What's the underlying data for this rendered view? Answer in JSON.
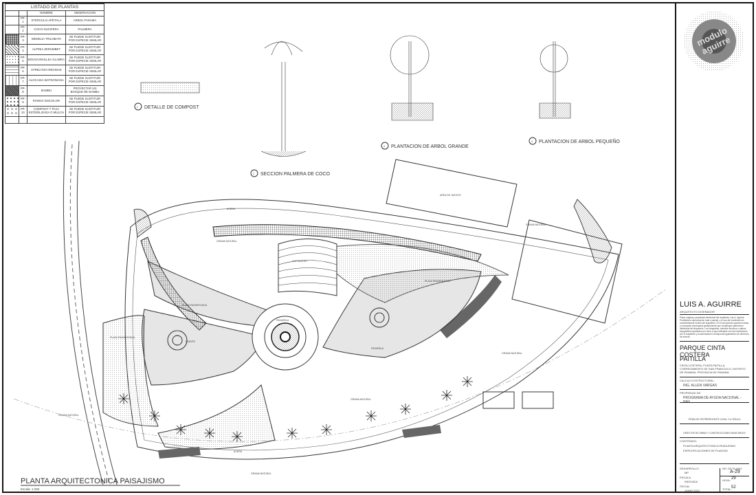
{
  "plant_list": {
    "title": "LISTADO DE PLANTAS",
    "headers": {
      "name": "NOMBRE",
      "observation": "OBSERVACION"
    },
    "rows": [
      {
        "code": "PP-1",
        "name": "STERCULIA APETALA",
        "observation": "ARBOL PANAMA",
        "pattern": "none"
      },
      {
        "code": "PP-2",
        "name": "COCO NUCIFERA",
        "observation": "PALMERA",
        "pattern": "none"
      },
      {
        "code": "PP-3",
        "name": "WEDELIA TRILOBATA",
        "observation": "SE PUEDE SUSTITUIR POR ESPECIE SIMILAR",
        "pattern": "grid"
      },
      {
        "code": "PP-4",
        "name": "ALPINIA ZERUMBET",
        "observation": "SE PUEDE SUSTITUIR POR ESPECIE SIMILAR",
        "pattern": "diagonal"
      },
      {
        "code": "PP-5",
        "name": "BOUGAINVILLEA GLABRA",
        "observation": "SE PUEDE SUSTITUIR POR ESPECIE SIMILAR",
        "pattern": "dots"
      },
      {
        "code": "PP-6",
        "name": "STRELITZIA REGINAE",
        "observation": "SE PUEDE SUSTITUIR POR ESPECIE SIMILAR",
        "pattern": "dashes"
      },
      {
        "code": "PP-7",
        "name": "ALOCASIA WATSONIANA",
        "observation": "SE PUEDE SUSTITUIR POR ESPECIE SIMILAR",
        "pattern": "vdash"
      },
      {
        "code": "PP-8",
        "name": "BAMBU",
        "observation": "PROYECTAR UN BOSQUE DE BAMBU",
        "pattern": "weave"
      },
      {
        "code": "PP-9",
        "name": "RHOEO DISCOLOR",
        "observation": "SE PUEDE SUSTITUIR POR ESPECIE SIMILAR",
        "pattern": "cross"
      },
      {
        "code": "PP-10",
        "name": "COMPOST Y PAJA ESTERILIZADA O MULCH",
        "observation": "SE PUEDE SUSTITUIR POR ESPECIE SIMILAR",
        "pattern": "circles"
      }
    ]
  },
  "details": [
    {
      "num": "1",
      "title": "DETALLE DE COMPOST"
    },
    {
      "num": "2",
      "title": "SECCION PALMERA DE COCO"
    },
    {
      "num": "3",
      "title": "PLANTACION DE ARBOL GRANDE"
    },
    {
      "num": "4",
      "title": "PLANTACION DE ARBOL PEQUEÑO"
    }
  ],
  "plan": {
    "title": "PLANTA ARQUITECTONICA PAISAJISMO",
    "scale": "Escala: 1:250",
    "labels": {
      "grass": "GRAMA NATURAL",
      "sidewalk": "ACERA",
      "plaza": "PLAZA PAVIMENTADA",
      "walkway": "PASARELA",
      "fountain": "FUENTE",
      "amphitheater": "ANFITEATRO",
      "area": "AREA DE JUEGOS"
    }
  },
  "title_block": {
    "logo_text": "modulo aguirre",
    "architect": "LUIS A. AGUIRRE",
    "architect_role": "ARQUITECTO DISEÑADOR",
    "notice": "Plano original y propiedad intelectual del arquitecto Luis A. Aguirre. Prohibida la reproducción total o parcial, y el uso del contenido sin consentimiento escrito del arquitecto. En el documento aparecen ideas y conceptos expresados gráficamente que constituyen patrimonio intelectual del arquitecto. Los fotografías, estudios técnicos o planos topográficos aportados por otros y aquí utilizados son las impresiones por el arquitecto y la autorización corresponde igualmente los derechos de autoría.",
    "project": "PARQUE CINTA COSTERA",
    "location": "PAITILLA",
    "address": "CINTA COSTERA, PUNTA PAITILLA, CORREGIMIENTO DE SAN FRANCISCO, DISTRITO DE PANAMA, PROVINCIA DE PANAMA",
    "structural_label": "CALCULO ESTRUCTURAL:",
    "structural": "ING. ALLEN VARGAS",
    "owner_label": "PROPIEDAD DE:",
    "owner": "PROGRAMA DE AYUDA NACIONAL - PAN",
    "signature_rep": "FIRMA DEL REPRESENTANTE LEGAL Y/o CEDULA",
    "signature_dir": "DIRECTOR DE OBRAS Y CONSTRUCCIONES MUNICIPALES",
    "contents_label": "CONTENIDO:",
    "contents": [
      "PLANTA ARQUITECTONICA PAISAJISMO",
      "ESPECIFICACIONES DE PLANTAS"
    ],
    "dev_label": "DESARROLLO:",
    "dev": "MP",
    "scale_label": "ESCALA:",
    "scale": "INDICADA",
    "date_label": "FECHA:",
    "date": "JUNIO 2012",
    "plan_no_label": "NO. DE PLANO",
    "plan_no": "A-29",
    "sheet_label": "HOJA:",
    "sheet": "29",
    "total_label": "TOTAL:",
    "total": "52"
  }
}
